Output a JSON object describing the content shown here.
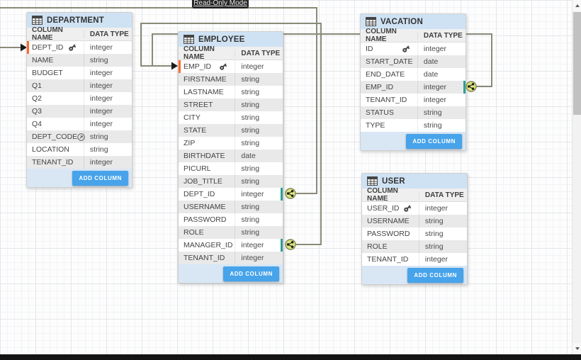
{
  "app": {
    "mode_badge": "Read-Only Mode"
  },
  "colors": {
    "header_bg": "#cfe2f3",
    "footer_bg": "#d9e7f5",
    "accent_button": "#47a3ea",
    "row_alt": "#e9e9e9",
    "pk_marker": "#ff6a2b",
    "fk_marker": "#2aa094",
    "wire": "#8a8a78",
    "connector_fill": "#dbe57a"
  },
  "tables": [
    {
      "id": "department",
      "name": "DEPARTMENT",
      "headers": [
        "COLUMN NAME",
        "DATA TYPE"
      ],
      "add_label": "ADD COLUMN",
      "rows": [
        {
          "name": "DEPT_ID",
          "type": "integer",
          "icon": "key",
          "marker_left": true
        },
        {
          "name": "NAME",
          "type": "string"
        },
        {
          "name": "BUDGET",
          "type": "integer"
        },
        {
          "name": "Q1",
          "type": "integer"
        },
        {
          "name": "Q2",
          "type": "integer"
        },
        {
          "name": "Q3",
          "type": "integer"
        },
        {
          "name": "Q4",
          "type": "integer"
        },
        {
          "name": "DEPT_CODE",
          "type": "string",
          "icon": "generated"
        },
        {
          "name": "LOCATION",
          "type": "string"
        },
        {
          "name": "TENANT_ID",
          "type": "integer"
        }
      ]
    },
    {
      "id": "employee",
      "name": "EMPLOYEE",
      "headers": [
        "COLUMN NAME",
        "DATA TYPE"
      ],
      "add_label": "ADD COLUMN",
      "rows": [
        {
          "name": "EMP_ID",
          "type": "integer",
          "icon": "key",
          "marker_left": true
        },
        {
          "name": "FIRSTNAME",
          "type": "string"
        },
        {
          "name": "LASTNAME",
          "type": "string"
        },
        {
          "name": "STREET",
          "type": "string"
        },
        {
          "name": "CITY",
          "type": "string"
        },
        {
          "name": "STATE",
          "type": "string"
        },
        {
          "name": "ZIP",
          "type": "string"
        },
        {
          "name": "BIRTHDATE",
          "type": "date"
        },
        {
          "name": "PICURL",
          "type": "string"
        },
        {
          "name": "JOB_TITLE",
          "type": "string"
        },
        {
          "name": "DEPT_ID",
          "type": "integer",
          "marker_right": true
        },
        {
          "name": "USERNAME",
          "type": "string"
        },
        {
          "name": "PASSWORD",
          "type": "string"
        },
        {
          "name": "ROLE",
          "type": "string"
        },
        {
          "name": "MANAGER_ID",
          "type": "integer",
          "marker_right": true
        },
        {
          "name": "TENANT_ID",
          "type": "integer"
        }
      ]
    },
    {
      "id": "vacation",
      "name": "VACATION",
      "headers": [
        "COLUMN NAME",
        "DATA TYPE"
      ],
      "add_label": "ADD COLUMN",
      "rows": [
        {
          "name": "ID",
          "type": "integer",
          "icon": "key"
        },
        {
          "name": "START_DATE",
          "type": "date"
        },
        {
          "name": "END_DATE",
          "type": "date"
        },
        {
          "name": "EMP_ID",
          "type": "integer",
          "marker_right": true
        },
        {
          "name": "TENANT_ID",
          "type": "integer"
        },
        {
          "name": "STATUS",
          "type": "string"
        },
        {
          "name": "TYPE",
          "type": "string"
        }
      ]
    },
    {
      "id": "user",
      "name": "USER",
      "headers": [
        "COLUMN NAME",
        "DATA TYPE"
      ],
      "add_label": "ADD COLUMN",
      "rows": [
        {
          "name": "USER_ID",
          "type": "integer",
          "icon": "key"
        },
        {
          "name": "USERNAME",
          "type": "string"
        },
        {
          "name": "PASSWORD",
          "type": "string"
        },
        {
          "name": "ROLE",
          "type": "string"
        },
        {
          "name": "TENANT_ID",
          "type": "integer"
        }
      ]
    }
  ],
  "relationships": [
    {
      "from": "EMPLOYEE.DEPT_ID",
      "to": "DEPARTMENT.DEPT_ID"
    },
    {
      "from": "EMPLOYEE.MANAGER_ID",
      "to": "EMPLOYEE.EMP_ID"
    },
    {
      "from": "VACATION.EMP_ID",
      "to": "EMPLOYEE.EMP_ID"
    }
  ]
}
